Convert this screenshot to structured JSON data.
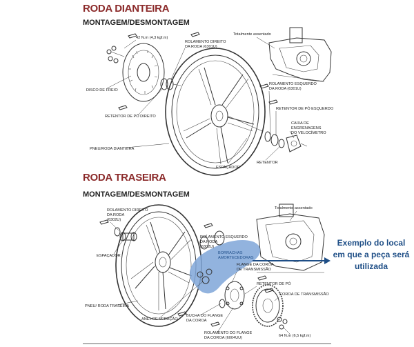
{
  "front": {
    "title": "RODA DIANTEIRA",
    "subtitle": "MONTAGEM/DESMONTAGEM",
    "labels": {
      "torque_disc": "42 N.m (4,3 kgf.m)",
      "bearing_right": [
        "ROLAMENTO DIREITO",
        "DA RODA (6301U)"
      ],
      "fully_assembled": "Totalmente assentado",
      "brake_disc": "DISCO DE FREIO",
      "bearing_left": [
        "ROLAMENTO ESQUERDO",
        "DA RODA (6301U)"
      ],
      "dust_seal_right": "RETENTOR DE PÓ DIREITO",
      "dust_seal_left": "RETENTOR DE PÓ ESQUERDO",
      "speedo_gearbox": [
        "CAIXA DE",
        "ENGRENAGENS",
        "DO VELOCÍMETRO"
      ],
      "tire_wheel": "PNEU/RODA DIANTEIRA",
      "spacer": "ESPAÇADOR",
      "retainer": "RETENTOR"
    }
  },
  "rear": {
    "title": "RODA TRASEIRA",
    "subtitle": "MONTAGEM/DESMONTAGEM",
    "labels": {
      "bearing_right": [
        "ROLAMENTO DIREITO",
        "DA RODA",
        "(6302U)"
      ],
      "fully_assembled": "Totalmente assentado",
      "bearing_left": [
        "ROLAMENTO ESQUERDO",
        "DA RODA",
        "(6302U)"
      ],
      "spacer": "ESPAÇADOR",
      "dampers": [
        "BORRACHAS",
        "AMORTECEDORAS"
      ],
      "sprocket_flange": [
        "FLANGE DA COROA",
        "DE TRANSMISSÃO"
      ],
      "dust_seal": "RETENTOR DE PÓ",
      "sprocket": "COROA DE TRANSMISSÃO",
      "tire_wheel": "PNEU/ RODA TRASEIRA",
      "seal_ring": "ANEL DE VEDAÇÃO",
      "flange_bushing": [
        "BUCHA DO FLANGE",
        "DA COROA"
      ],
      "flange_bearing": [
        "ROLAMENTO DO FLANGE",
        "DA COROA (6004UU)"
      ],
      "torque_nut": "64 N.m (6,5 kgf.m)"
    }
  },
  "annotation": {
    "lines": [
      "Exemplo do local",
      "em que a peça será",
      "utilizada"
    ],
    "color": "#1e4e86",
    "highlight_color": "#7fa6d8"
  }
}
